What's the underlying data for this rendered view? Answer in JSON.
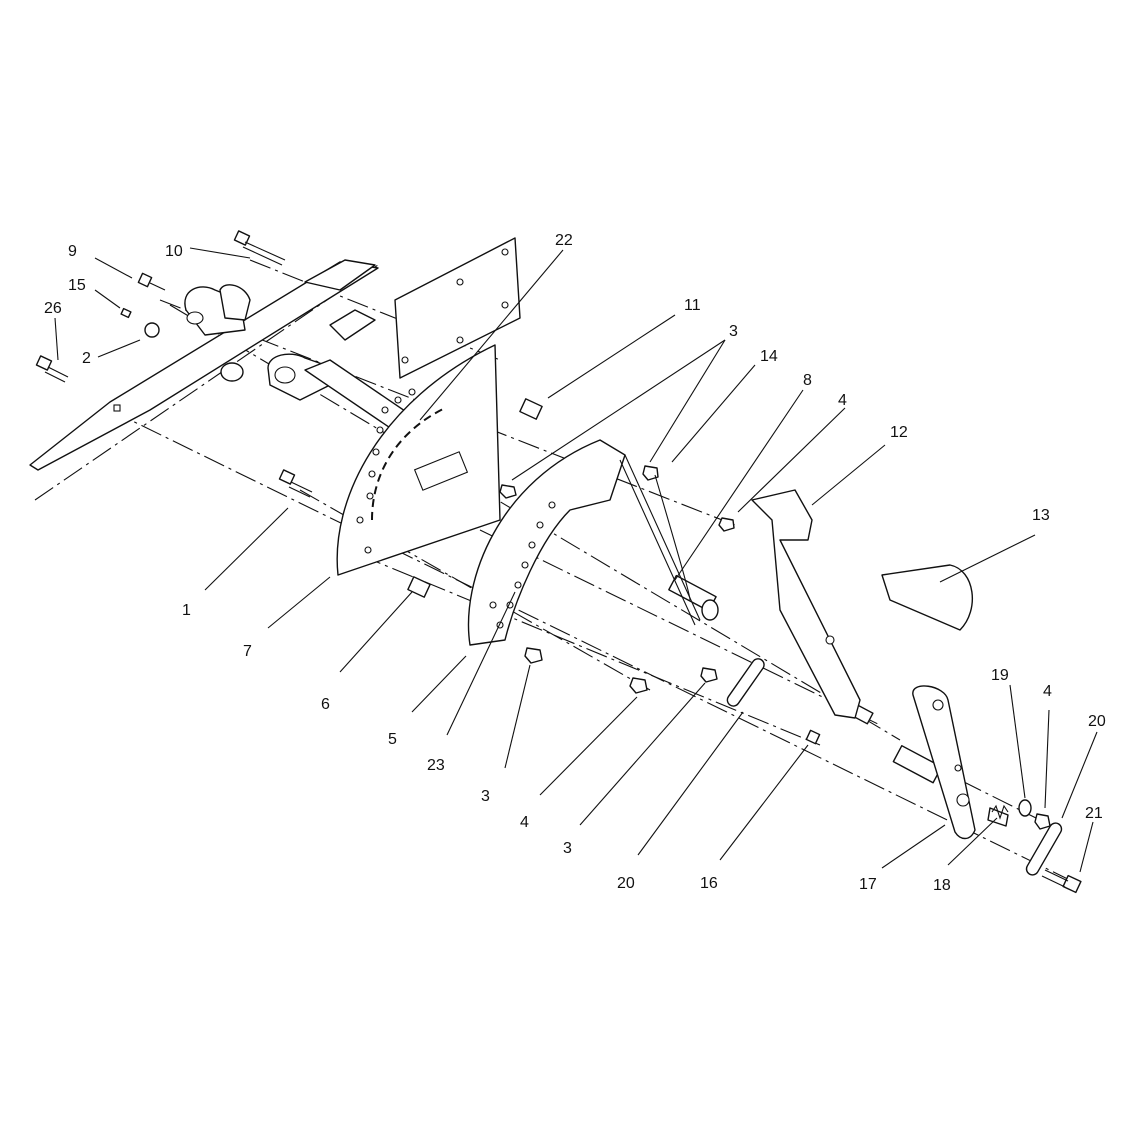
{
  "callouts": [
    {
      "id": "c9",
      "label": "9"
    },
    {
      "id": "c10",
      "label": "10"
    },
    {
      "id": "c15",
      "label": "15"
    },
    {
      "id": "c26",
      "label": "26"
    },
    {
      "id": "c2",
      "label": "2"
    },
    {
      "id": "c22",
      "label": "22"
    },
    {
      "id": "c11",
      "label": "11"
    },
    {
      "id": "c3a",
      "label": "3"
    },
    {
      "id": "c14",
      "label": "14"
    },
    {
      "id": "c8",
      "label": "8"
    },
    {
      "id": "c4a",
      "label": "4"
    },
    {
      "id": "c12",
      "label": "12"
    },
    {
      "id": "c13",
      "label": "13"
    },
    {
      "id": "c1",
      "label": "1"
    },
    {
      "id": "c7",
      "label": "7"
    },
    {
      "id": "c6",
      "label": "6"
    },
    {
      "id": "c5",
      "label": "5"
    },
    {
      "id": "c23",
      "label": "23"
    },
    {
      "id": "c3b",
      "label": "3"
    },
    {
      "id": "c4b",
      "label": "4"
    },
    {
      "id": "c3c",
      "label": "3"
    },
    {
      "id": "c20a",
      "label": "20"
    },
    {
      "id": "c16",
      "label": "16"
    },
    {
      "id": "c17",
      "label": "17"
    },
    {
      "id": "c18",
      "label": "18"
    },
    {
      "id": "c19",
      "label": "19"
    },
    {
      "id": "c4c",
      "label": "4"
    },
    {
      "id": "c20b",
      "label": "20"
    },
    {
      "id": "c21",
      "label": "21"
    }
  ]
}
